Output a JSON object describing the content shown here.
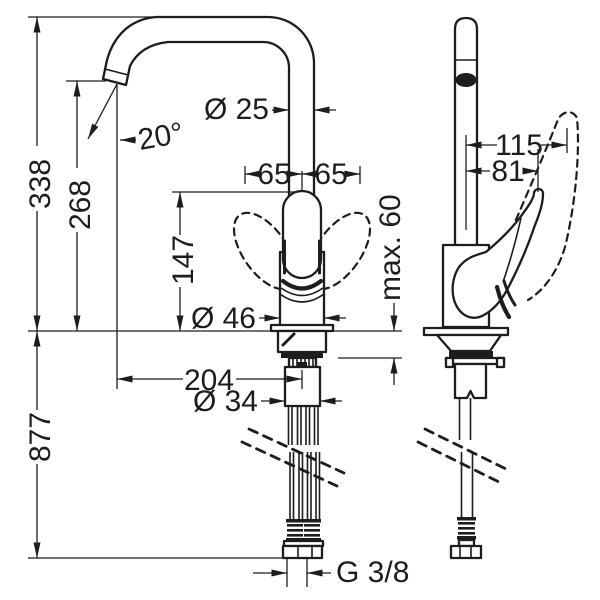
{
  "drawing": {
    "title": "single-lever-kitchen-mixer-dimension-drawing",
    "colors": {
      "ink": "#1d1d1b",
      "background": "#ffffff"
    },
    "dims": {
      "overall_height": "338",
      "spout_height": "268",
      "hose_length": "877",
      "handle_height": "147",
      "spout_angle": "20°",
      "spout_diameter": "Ø 25",
      "swivel_left": "65",
      "swivel_right": "65",
      "body_diameter": "Ø 46",
      "spout_reach": "204",
      "shank_diameter": "Ø 34",
      "max_counter_thickness": "max. 60",
      "connection_thread": "G 3/8",
      "handle_reach_raised": "115",
      "handle_reach": "81"
    }
  }
}
